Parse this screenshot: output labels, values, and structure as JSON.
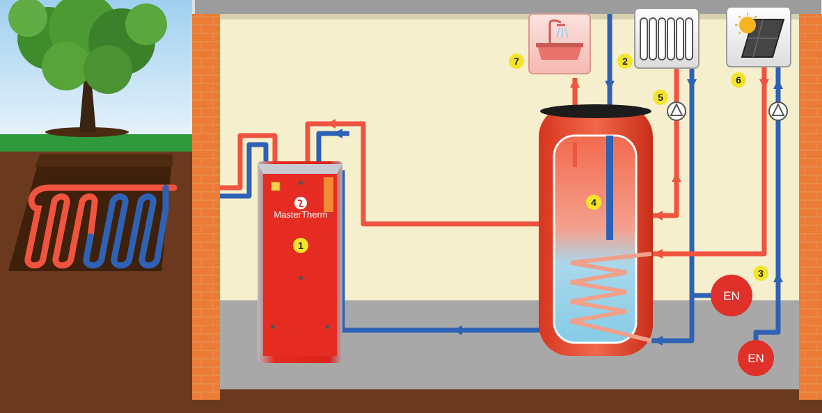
{
  "diagram": {
    "brand": "MasterTherm",
    "labels": {
      "heat_pump": "1",
      "radiator": "2",
      "expansion_group": "3",
      "storage_tank": "4",
      "circulation_pump_heating": "5",
      "solar_collector": "6",
      "bathtub": "7"
    },
    "expansion_vessel_top": "EN",
    "expansion_vessel_bottom": "EN"
  },
  "colors": {
    "hot_pipe": "#f0533f",
    "cold_pipe": "#1f4f9e",
    "heat_pump_body": "#e02a22",
    "tank_body": "#e4432c",
    "wall_background": "#f6efcd",
    "brick": "#e9823f",
    "floor": "#b9b9b9",
    "soil": "#6b3a1e",
    "grass": "#2f9a3c",
    "badge": "#f3e52a"
  }
}
